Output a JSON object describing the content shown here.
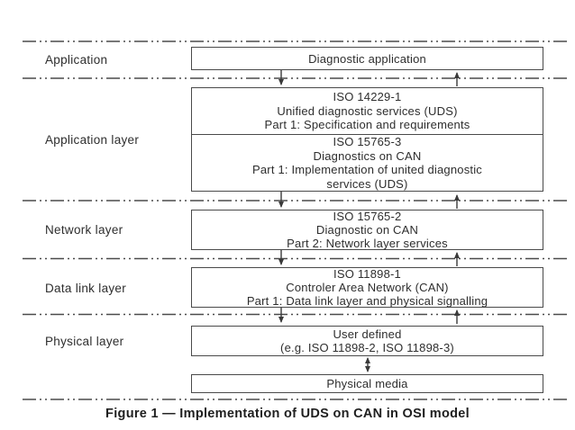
{
  "figure": {
    "caption": "Figure 1 — Implementation of UDS on CAN in OSI model"
  },
  "layers": [
    {
      "label": "Application"
    },
    {
      "label": "Application layer"
    },
    {
      "label": "Network layer"
    },
    {
      "label": "Data link layer"
    },
    {
      "label": "Physical layer"
    }
  ],
  "boxes": [
    {
      "id": "diagnostic-application",
      "lines": [
        "Diagnostic application"
      ]
    },
    {
      "id": "iso-14229-1",
      "lines": [
        "ISO 14229-1",
        "Unified diagnostic services (UDS)",
        "Part 1: Specification and requirements"
      ]
    },
    {
      "id": "iso-15765-3",
      "lines": [
        "ISO 15765-3",
        "Diagnostics on CAN",
        "Part 1: Implementation of united diagnostic",
        "services (UDS)"
      ]
    },
    {
      "id": "iso-15765-2",
      "lines": [
        "ISO 15765-2",
        "Diagnostic on CAN",
        "Part 2: Network layer services"
      ]
    },
    {
      "id": "iso-11898-1",
      "lines": [
        "ISO 11898-1",
        "Controler Area Network (CAN)",
        "Part 1: Data link layer and physical signalling"
      ]
    },
    {
      "id": "user-defined",
      "lines": [
        "User defined",
        "(e.g. ISO 11898-2, ISO 11898-3)"
      ]
    },
    {
      "id": "physical-media",
      "lines": [
        "Physical media"
      ]
    }
  ],
  "style": {
    "line_color": "#4a4a4a",
    "text_color": "#2e2e2e",
    "background": "#ffffff"
  }
}
